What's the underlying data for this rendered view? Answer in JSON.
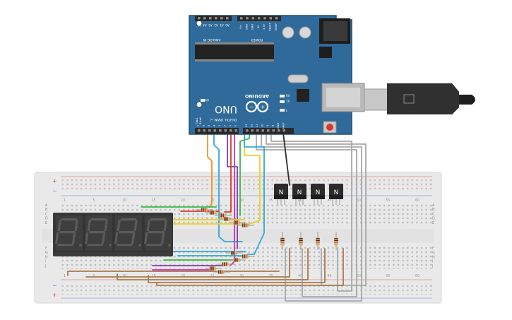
{
  "board": {
    "brand": "ARDUINO",
    "model": "UNO",
    "header_analog": "ANALOG IN",
    "header_power": "POWER",
    "header_digital": "DIGITAL (PWM ~)",
    "analog_pins": [
      "A5",
      "A4",
      "A3",
      "A2",
      "A1",
      "A0"
    ],
    "power_pins": [
      "Vin",
      "GND",
      "GND",
      "5V",
      "3.3V",
      "RESET",
      "IOREF"
    ],
    "digital_pins": [
      "0",
      "1",
      "2",
      "3",
      "4",
      "5",
      "6",
      "7",
      "8",
      "9",
      "10",
      "11",
      "12",
      "13"
    ],
    "digital_extra": [
      "GND",
      "AREF"
    ],
    "pin_label_rx": "RX",
    "pin_label_tx": "TX",
    "led_on": "ON",
    "led_l": "L",
    "rx_arrow": "RX◄0",
    "tx_arrow": "TX►1",
    "colors": {
      "pcb": "#2f6a9a",
      "pcb_edge": "#20507a",
      "header": "#2a2a2a"
    }
  },
  "breadboard": {
    "row_letters_top": [
      "A",
      "B",
      "C",
      "D",
      "E"
    ],
    "row_letters_bottom": [
      "F",
      "G",
      "H",
      "I",
      "J"
    ],
    "column_numbers": [
      "1",
      "5",
      "10",
      "15",
      "20",
      "25",
      "30",
      "35",
      "40",
      "45",
      "50",
      "55",
      "60"
    ],
    "rail_plus": "+",
    "rail_minus": "−"
  },
  "display": {
    "digits": [
      "8.",
      "8.",
      "8.",
      "8."
    ],
    "colors": {
      "body": "#3a3a3a",
      "segment": "#5a5a5a"
    }
  },
  "transistors": {
    "labels": [
      "N",
      "N",
      "N",
      "N"
    ]
  },
  "wire_colors": {
    "orange": "#e8962c",
    "yellow": "#f0d020",
    "green": "#3cb84a",
    "blue": "#33a7d6",
    "purple": "#7b3fb0",
    "magenta": "#d12fb8",
    "red": "#d63a2a",
    "brown": "#a9794a",
    "gray": "#a8a8a8",
    "black": "#2b2b2b"
  }
}
